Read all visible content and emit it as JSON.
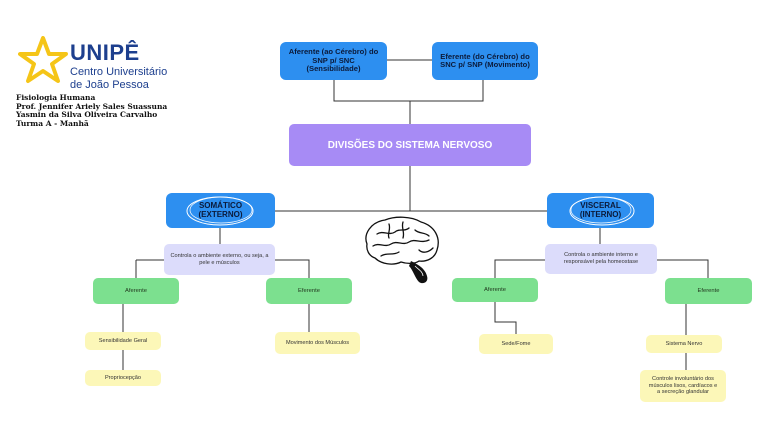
{
  "header": {
    "logo_name": "UNIPÊ",
    "logo_sub_line1": "Centro Universitário",
    "logo_sub_line2": "de João Pessoa",
    "info_lines": [
      "Fisiologia Humana",
      "Prof. Jennifer Ariely Sales Suassuna",
      "Yasmin da Silva Oliveira Carvalho",
      "Turma A - Manhã"
    ]
  },
  "top": {
    "afferent": [
      "Aferente (ao Cérebro) do",
      "SNP p/ SNC",
      "(Sensibilidade)"
    ],
    "efferent": [
      "Eferente (do Cérebro) do",
      "SNC p/ SNP (Movimento)"
    ]
  },
  "center_title": "DIVISÕES DO SISTEMA NERVOSO",
  "somatic": {
    "title": [
      "SOMÁTICO",
      "(EXTERNO)"
    ],
    "desc": [
      "Controla o ambiente externo, ou seja, a",
      "pele e músculos"
    ],
    "afferent_label": "Aferente",
    "efferent_label": "Eferente",
    "afferent_items": [
      "Sensibilidade Geral",
      "Propriocepção"
    ],
    "efferent_item": "Movimento dos Músculos"
  },
  "visceral": {
    "title": [
      "VISCERAL",
      "(INTERNO)"
    ],
    "desc": [
      "Controla o ambiente interno e",
      "responsável pela homeostase"
    ],
    "afferent_label": "Aferente",
    "efferent_label": "Eferente",
    "afferent_item": "Sede/Fome",
    "efferent_items": [
      "Sistema Nervo"
    ],
    "efferent_detail": [
      "Controle involuntário dos",
      "músculos lisos, cardíacos e",
      "a secreção glandular"
    ]
  },
  "colors": {
    "blue": "#2d8ff0",
    "purple": "#a78bf5",
    "lavender": "#dcdcfb",
    "green": "#7ce08f",
    "yellow": "#fcf7b8",
    "logo": "#1d3f8e",
    "star": "#f5c518"
  },
  "icons": {
    "logo": "star-logo-icon",
    "brain": "brain-icon"
  }
}
